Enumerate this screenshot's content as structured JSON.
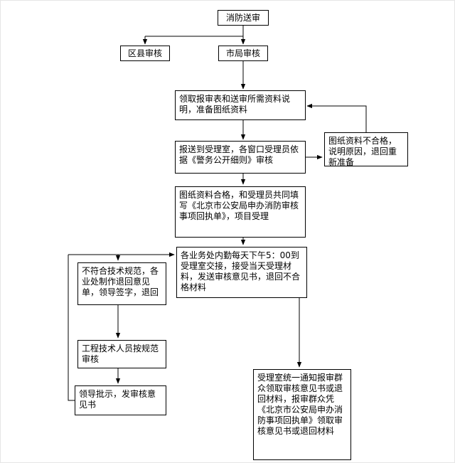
{
  "page": {
    "background": "#ffffff",
    "line_color": "#000000",
    "box_border_color": "#000000"
  },
  "flowchart": {
    "nodes": {
      "start": "消防送审",
      "district": "区县审核",
      "city": "市局审核",
      "collect": "领取报审表和送审所需资料说明，准备图纸资料",
      "submit": "报送到受理室，各窗口受理员依据《警务公开细则》审核",
      "unqualified": "图纸资料不合格，说明原因，退回重新准备",
      "qualified": "图纸资料合格，和受理员共同填写《北京市公安局申办消防审核事项回执单》，项目受理",
      "handover": "各业务处内勤每天下午5：00到受理室交接，接受当天受理材料，发送审核意见书，退回不合格材料",
      "nonconform": "不符合技术规范，各业处制作退回意见单，领导签字，退回",
      "engineer": "工程技术人员按规范审核",
      "leader": "领导批示，发审核意见书",
      "notify": "受理室统一通知报审群众领取审核意见书或退回材料，报审群众凭《北京市公安局申办消防事项回执单》领取审核意见书或退回材料"
    },
    "edges": [
      {
        "from": "start",
        "to": "district"
      },
      {
        "from": "start",
        "to": "city"
      },
      {
        "from": "city",
        "to": "collect"
      },
      {
        "from": "collect",
        "to": "submit"
      },
      {
        "from": "submit",
        "to": "unqualified"
      },
      {
        "from": "unqualified",
        "to": "collect"
      },
      {
        "from": "submit",
        "to": "qualified"
      },
      {
        "from": "qualified",
        "to": "handover"
      },
      {
        "from": "handover",
        "to": "notify"
      },
      {
        "from": "leader",
        "to": "handover"
      },
      {
        "from": "leader",
        "to": "nonconform"
      },
      {
        "from": "nonconform",
        "to": "engineer"
      },
      {
        "from": "engineer",
        "to": "leader"
      }
    ]
  }
}
